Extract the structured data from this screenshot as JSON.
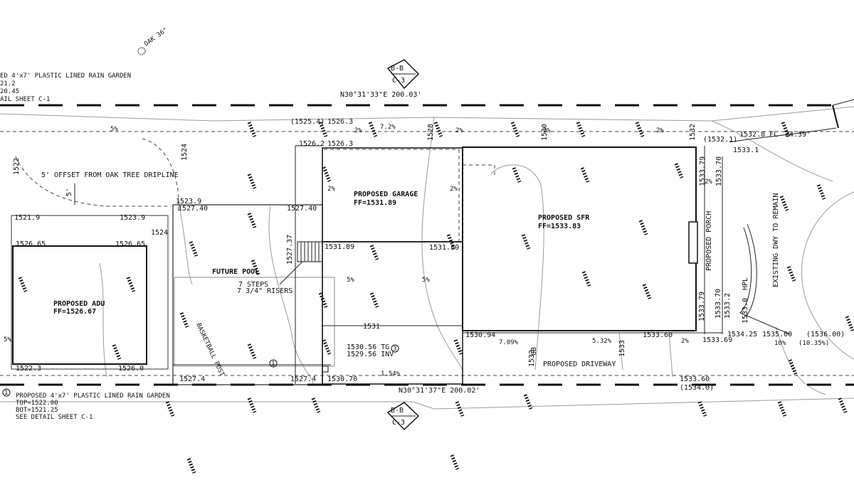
{
  "oak_tag": "OAK 36\"",
  "section_top": {
    "cut": "B-B",
    "sheet": "C-3"
  },
  "section_bottom": {
    "cut": "B-B",
    "sheet": "C-3"
  },
  "bearing_top": "N30°31'33\"E   200.03'",
  "bearing_bottom": "N30°31'37\"E   200.02'",
  "rain_garden_top": [
    "ED 4'x7' PLASTIC LINED RAIN GARDEN",
    "21.2",
    "20.45",
    "AIL SHEET C-1"
  ],
  "rain_garden_bottom": [
    "PROPOSED 4'x7' PLASTIC LINED RAIN GARDEN",
    "TOP=1522.00",
    "BOT=1521.25",
    "SEE DETAIL SHEET C-1"
  ],
  "offset_note": "5' OFFSET FROM OAK TREE DRIPLINE",
  "dim_5": "5'",
  "adu": {
    "name": "PROPOSED ADU",
    "ff": "FF=1526.67"
  },
  "garage": {
    "name": "PROPOSED GARAGE",
    "ff": "FF=1531.89"
  },
  "sfr": {
    "name": "PROPOSED SFR",
    "ff": "FF=1533.83"
  },
  "pool": "FUTURE POOL",
  "steps": [
    "7 STEPS",
    "7 3/4\" RISERS"
  ],
  "porch": "PROPOSED PORCH",
  "driveway": "PROPOSED DRIVEWAY",
  "existing_dwy": "EXISTING DWY TO REMAIN",
  "basketball": "BASKETBALL POST",
  "hpl": "HPL",
  "gb": "GB",
  "markers": [
    "1",
    "1",
    "3"
  ],
  "elevations": {
    "e1521_9": "1521.9",
    "e1523_9a": "1523.9",
    "e1526_65a": "1526.65",
    "e1526_65b": "1526.65",
    "e1522_3": "1522.3",
    "e1526_0": "1526.0",
    "e1523_9b": "1523.9",
    "e1527_40a": "1527.40",
    "e1527_40b": "1527.40",
    "e1524": "1524",
    "e1527_37": "1527.37",
    "e1531_89a": "1531.89",
    "e1531_89b": "1531.89",
    "e1527_4": "1527.4",
    "e1527_4b": "1527.4",
    "e1530_70": "1530.70",
    "e1530_56": "1530.56 TG",
    "e1529_56": "1529.56 INV",
    "e1531": "1531",
    "e1530_94": "1530.94",
    "e1533_60a": "1533.60",
    "e1533_60b": "1533.60",
    "e1534_0": "(1534.0)",
    "e1533_69": "1533.69",
    "e1533_79": "1533.79",
    "e1533_70a": "1533.70",
    "e1533_2": "1533.2",
    "e1533_0": "1533.0",
    "e1534_25": "1534.25",
    "e1535_00": "1535.00",
    "e1536_00": "(1536.00)",
    "e1525_4": "(1525.4)",
    "e1526_3a": "1526.3",
    "e1526_2": "1526.2",
    "e1526_3b": "1526.3",
    "e1528": "1528",
    "e1530": "1530",
    "e1532": "1532",
    "e1532_1": "(1532.1)",
    "e1532_8": "1532.8 FL",
    "e24_39": "24.39'",
    "e1533_1": "1533.1",
    "e1533_79b": "1533.79",
    "e1533_70b": "1533.70",
    "e1522": "1522",
    "e1524b": "1524",
    "e1533": "1533",
    "e1532b": "1532"
  },
  "slopes": {
    "s5a": "5%",
    "s2a": "2%",
    "s7_2": "7.2%",
    "s2b": "2%",
    "s2c": "2%",
    "s2d": "2%",
    "s5b": "5%",
    "s5c": "5%",
    "s7_09": "7.09%",
    "s5_32": "5.32%",
    "s2e": "2%",
    "s1_54": "1.54%",
    "s10": "10%",
    "s10_35": "(10.35%)",
    "s2f": "2%",
    "s2g": "2%",
    "s5d": "5%",
    "s2h": "2%"
  }
}
